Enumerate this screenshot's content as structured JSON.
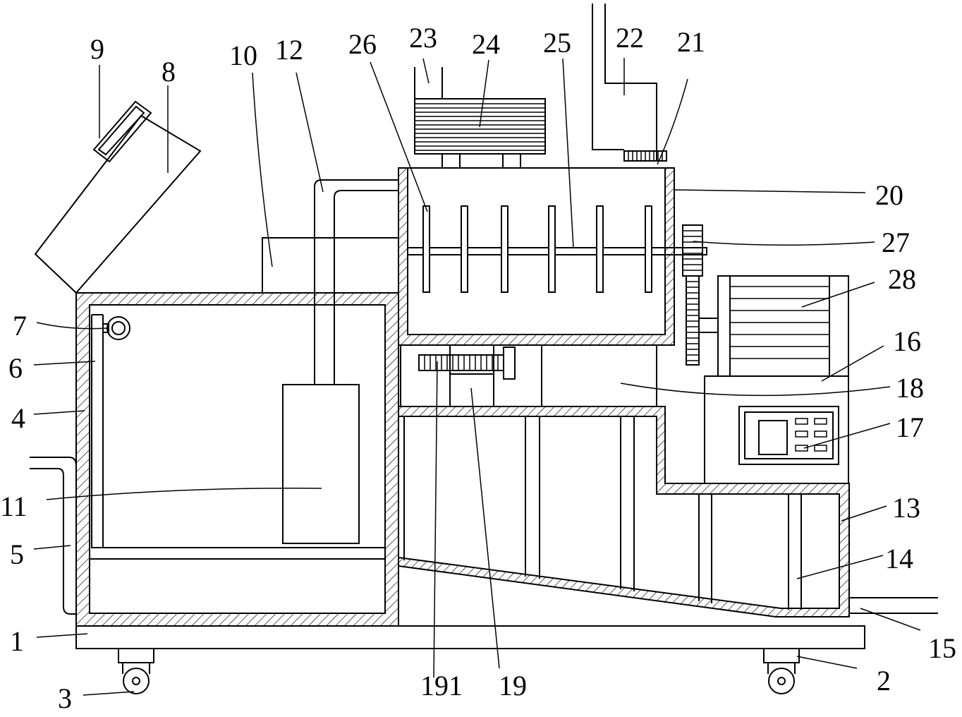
{
  "labels": {
    "n1": "1",
    "n2": "2",
    "n3": "3",
    "n4": "4",
    "n5": "5",
    "n6": "6",
    "n7": "7",
    "n8": "8",
    "n9": "9",
    "n10": "10",
    "n11": "11",
    "n12": "12",
    "n13": "13",
    "n14": "14",
    "n15": "15",
    "n16": "16",
    "n17": "17",
    "n18": "18",
    "n19": "19",
    "n191": "191",
    "n20": "20",
    "n21": "21",
    "n22": "22",
    "n23": "23",
    "n24": "24",
    "n25": "25",
    "n26": "26",
    "n27": "27",
    "n28": "28"
  },
  "colors": {
    "line": "#000000",
    "background": "#ffffff"
  }
}
